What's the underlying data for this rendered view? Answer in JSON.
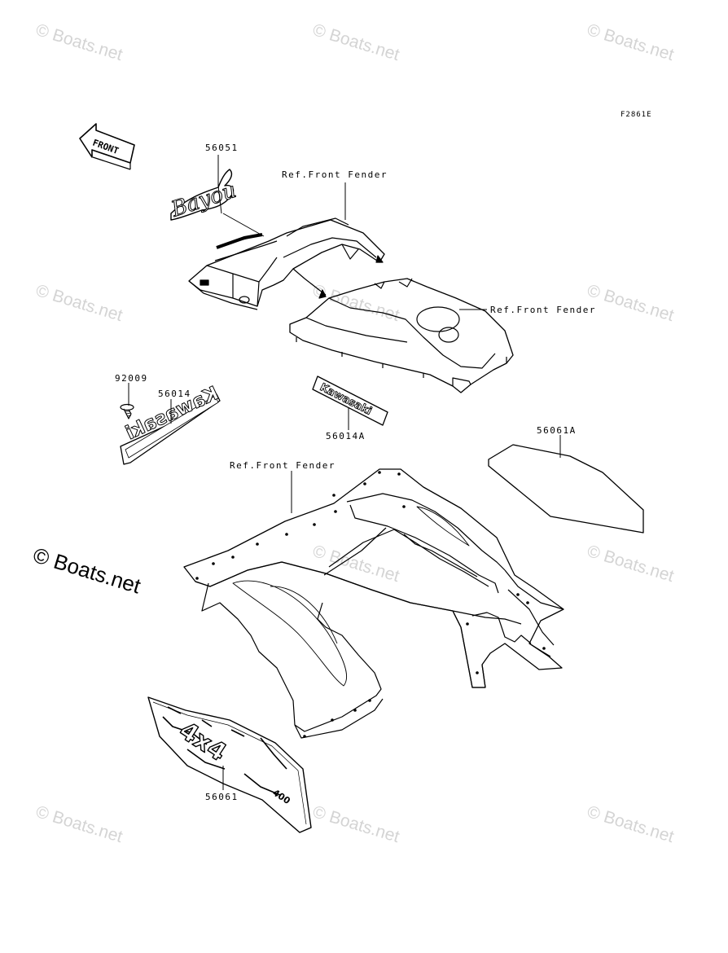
{
  "figure_code": "F2861E",
  "watermark": "© Boats.net",
  "front_arrow_label": "FRONT",
  "callouts": {
    "p56051": "56051",
    "ref_front_fender_top": "Ref.Front Fender",
    "ref_front_fender_mid": "Ref.Front Fender",
    "p92009": "92009",
    "p56014": "56014",
    "p56014A": "56014A",
    "p56061A": "56061A",
    "ref_front_fender_lower": "Ref.Front Fender",
    "p56061": "56061"
  },
  "decal_text": {
    "kawasaki_small": "Kawasaki",
    "kawasaki_mirror": "Kawasaki",
    "bayou_script": "Bayou",
    "fourx4": "4x4",
    "model_400": "400"
  }
}
